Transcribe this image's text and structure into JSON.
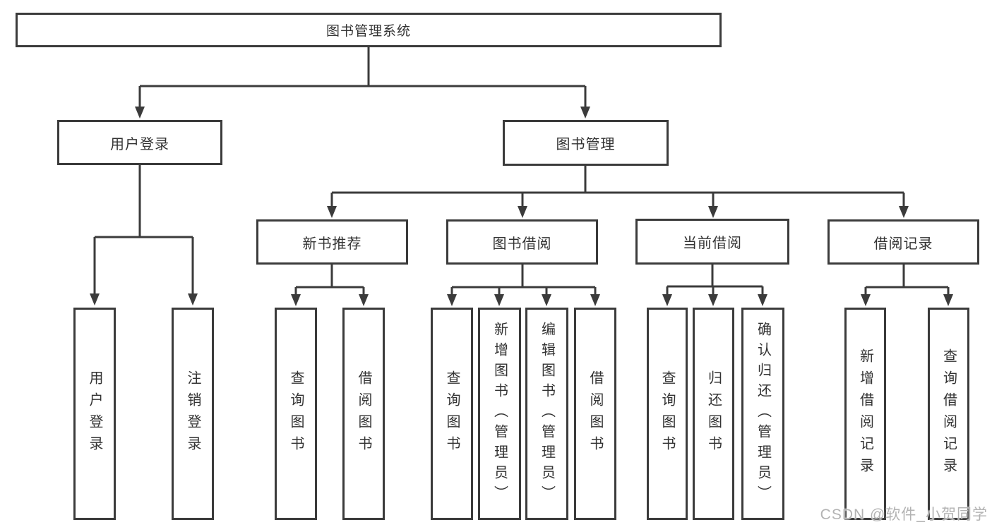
{
  "tree": {
    "root": "图书管理系统",
    "branches": [
      {
        "label": "用户登录",
        "children": [
          "用户登录",
          "注销登录"
        ]
      },
      {
        "label": "图书管理",
        "children": [
          {
            "label": "新书推荐",
            "children": [
              "查询图书",
              "借阅图书"
            ]
          },
          {
            "label": "图书借阅",
            "children": [
              "查询图书",
              "新增图书（管理员）",
              "编辑图书（管理员）",
              "借阅图书"
            ]
          },
          {
            "label": "当前借阅",
            "children": [
              "查询图书",
              "归还图书",
              "确认归还（管理员）"
            ]
          },
          {
            "label": "借阅记录",
            "children": [
              "新增借阅记录",
              "查询借阅记录"
            ]
          }
        ]
      }
    ]
  },
  "watermark": {
    "text": "CSDN @软件_小贺同学"
  },
  "colors": {
    "line": "#3b3b3b",
    "text": "#333333",
    "background": "#ffffff",
    "watermark": "#b3b3b3"
  }
}
